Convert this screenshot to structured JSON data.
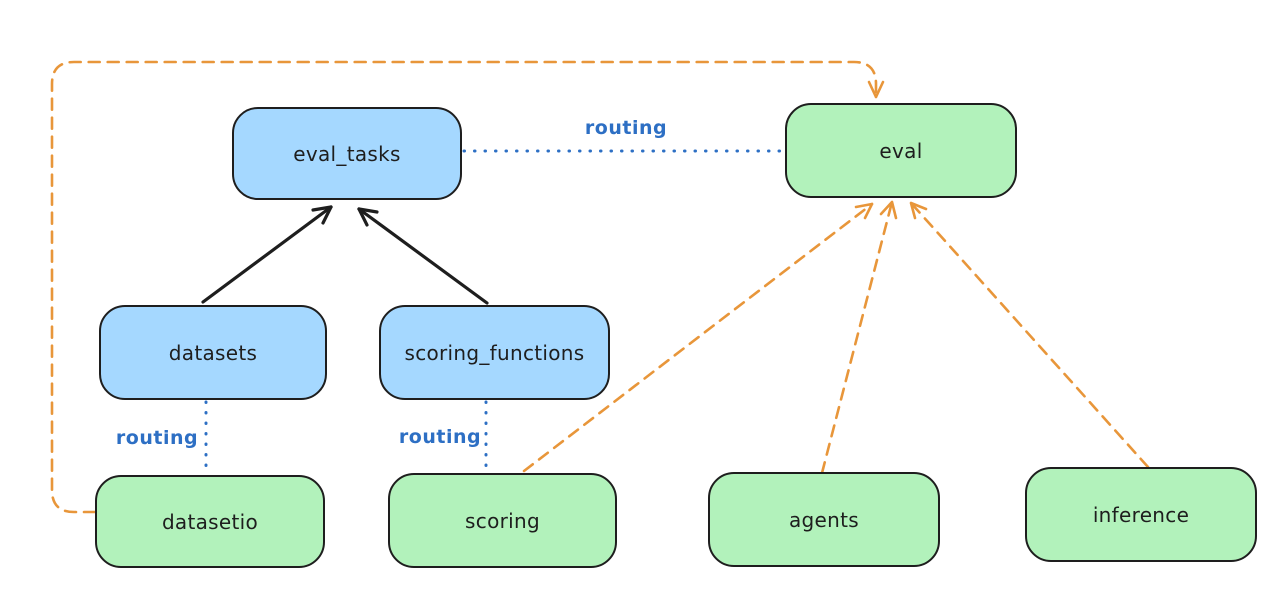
{
  "diagram": {
    "background": "#ffffff",
    "colors": {
      "node_stroke": "#1e1e1e",
      "blue_node_fill": "#a5d8ff",
      "green_node_fill": "#b2f2bb",
      "routing_blue": "#2d6fc4",
      "orange_dashed": "#e8963a",
      "black_arrow": "#1e1e1e"
    },
    "nodes": [
      {
        "id": "eval_tasks",
        "label": "eval_tasks",
        "color": "blue"
      },
      {
        "id": "eval",
        "label": "eval",
        "color": "green"
      },
      {
        "id": "datasets",
        "label": "datasets",
        "color": "blue"
      },
      {
        "id": "scoring_functions",
        "label": "scoring_functions",
        "color": "blue"
      },
      {
        "id": "datasetio",
        "label": "datasetio",
        "color": "green"
      },
      {
        "id": "scoring",
        "label": "scoring",
        "color": "green"
      },
      {
        "id": "agents",
        "label": "agents",
        "color": "green"
      },
      {
        "id": "inference",
        "label": "inference",
        "color": "green"
      }
    ],
    "edge_labels": [
      {
        "id": "routing-top",
        "text": "routing"
      },
      {
        "id": "routing-datasets",
        "text": "routing"
      },
      {
        "id": "routing-scoring",
        "text": "routing"
      }
    ],
    "edges": [
      {
        "from": "datasets",
        "to": "eval_tasks",
        "style": "solid-black-arrow"
      },
      {
        "from": "scoring_functions",
        "to": "eval_tasks",
        "style": "solid-black-arrow"
      },
      {
        "from": "eval_tasks",
        "to": "eval",
        "style": "dotted-blue",
        "label": "routing"
      },
      {
        "from": "datasets",
        "to": "datasetio",
        "style": "dotted-blue",
        "label": "routing"
      },
      {
        "from": "scoring_functions",
        "to": "scoring",
        "style": "dotted-blue",
        "label": "routing"
      },
      {
        "from": "datasetio",
        "to": "eval",
        "style": "dashed-orange-arrow"
      },
      {
        "from": "scoring",
        "to": "eval",
        "style": "dashed-orange-arrow"
      },
      {
        "from": "agents",
        "to": "eval",
        "style": "dashed-orange-arrow"
      },
      {
        "from": "inference",
        "to": "eval",
        "style": "dashed-orange-arrow"
      }
    ]
  }
}
